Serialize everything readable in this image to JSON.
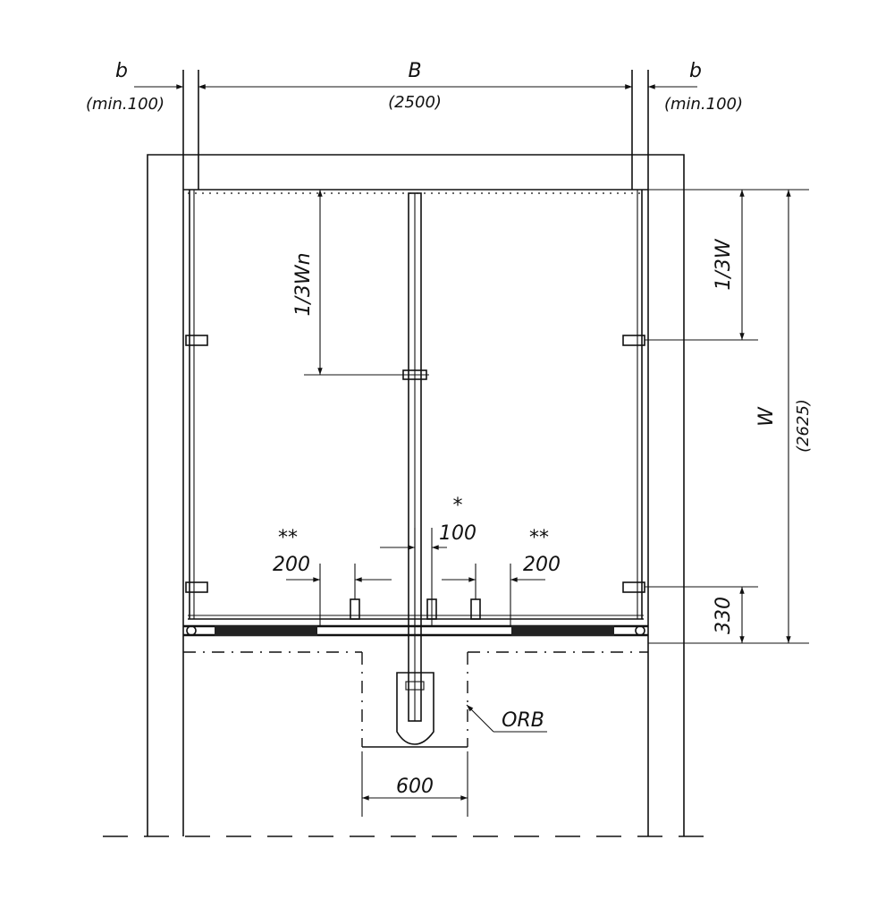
{
  "dimensions": {
    "b_left": {
      "symbol": "b",
      "value": "(min.100)"
    },
    "b_right": {
      "symbol": "b",
      "value": "(min.100)"
    },
    "B": {
      "symbol": "B",
      "value": "(2500)"
    },
    "W": {
      "symbol": "W",
      "value": "(2625)"
    },
    "third_wn": "1/3Wn",
    "third_w": "1/3W",
    "offset_330": "330",
    "center_100": {
      "marker": "*",
      "value": "100"
    },
    "left_200": {
      "marker": "**",
      "value": "200"
    },
    "right_200": {
      "marker": "**",
      "value": "200"
    },
    "pit_600": "600"
  },
  "labels": {
    "orb": "ORB"
  }
}
